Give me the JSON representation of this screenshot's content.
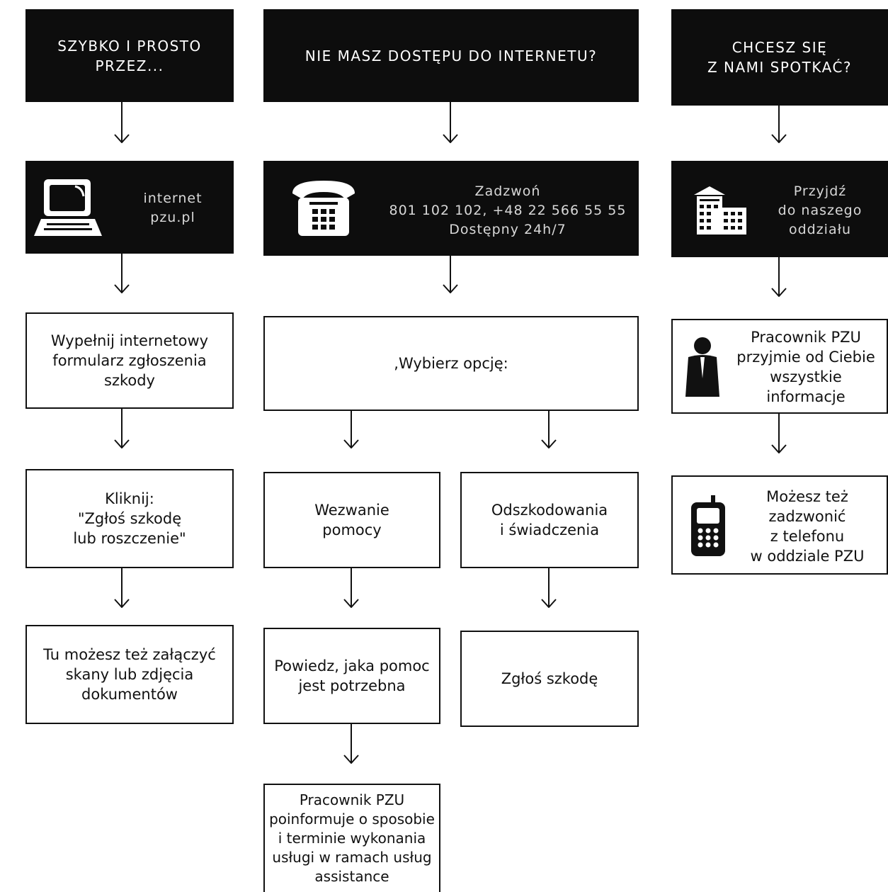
{
  "col1": {
    "header": [
      "SZYBKO I PROSTO",
      "PRZEZ..."
    ],
    "channel": [
      "internet",
      "pzu.pl"
    ],
    "step1": [
      "Wypełnij internetowy",
      "formularz zgłoszenia",
      "szkody"
    ],
    "step2": [
      "Kliknij:",
      "\"Zgłoś szkodę",
      "lub roszczenie\""
    ],
    "step3": [
      "Tu możesz też załączyć",
      "skany lub zdjęcia",
      "dokumentów"
    ]
  },
  "col2": {
    "header": [
      "NIE MASZ DOSTĘPU DO INTERNETU?"
    ],
    "channel": [
      "Zadzwoń",
      "801 102 102, +48 22 566 55 55",
      "Dostępny 24h/7"
    ],
    "step1": [
      ",Wybierz opcję:"
    ],
    "branch_left": [
      "Wezwanie",
      "pomocy"
    ],
    "branch_right": [
      "Odszkodowania",
      "i świadczenia"
    ],
    "left_step2": [
      "Powiedz, jaka pomoc",
      "jest potrzebna"
    ],
    "right_step2": [
      "Zgłoś szkodę"
    ],
    "left_step3": [
      "Pracownik PZU",
      "poinformuje o sposobie",
      "i terminie wykonania",
      "usługi w ramach usług",
      "assistance"
    ]
  },
  "col3": {
    "header": [
      "CHCESZ SIĘ",
      "Z NAMI SPOTKAĆ?"
    ],
    "channel": [
      "Przyjdź",
      "do naszego",
      "oddziału"
    ],
    "step1": [
      "Pracownik PZU",
      "przyjmie od Ciebie",
      "wszystkie",
      "informacje"
    ],
    "step2": [
      "Możesz też",
      "zadzwonić",
      "z telefonu",
      "w oddziale PZU"
    ]
  },
  "icons": [
    "laptop-icon",
    "telephone-icon",
    "building-icon",
    "person-icon",
    "mobile-phone-icon"
  ]
}
